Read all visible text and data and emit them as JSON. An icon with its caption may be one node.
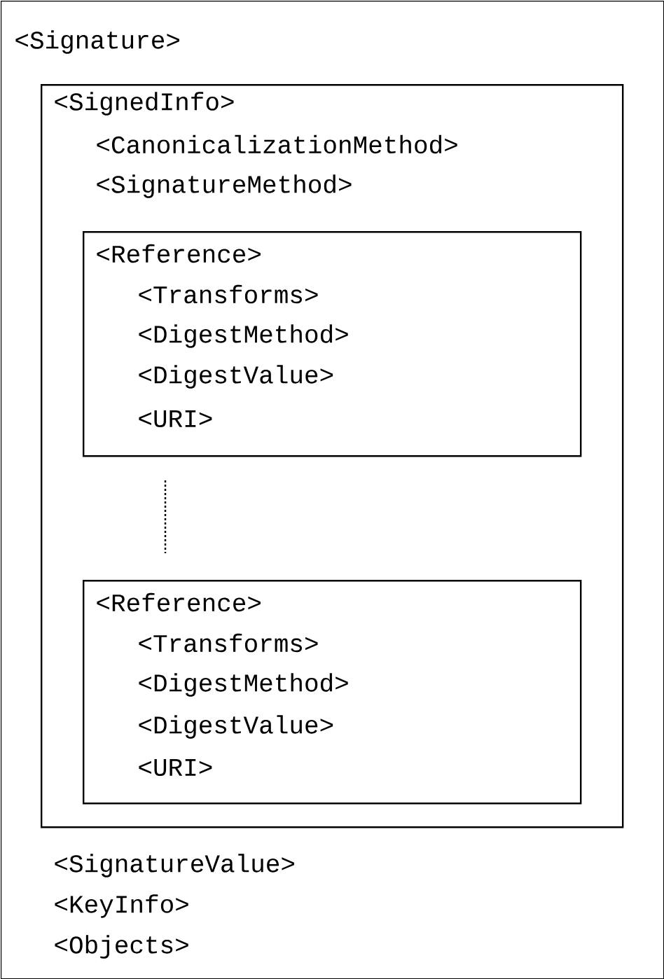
{
  "diagram": {
    "nodes": [
      {
        "text": [
          "<Signature>",
          "<SignatureValue>",
          "<KeyInfo>",
          "<Objects>"
        ]
      },
      {
        "text": [
          "<SignedInfo>",
          "<CanonicalizationMethod>",
          "<SignatureMethod>"
        ],
        "in": 0
      },
      {
        "text": [
          "<Reference>",
          "<Transforms>",
          "<DigestMethod>",
          "<DigestValue>",
          "<URI>"
        ],
        "in": 1
      },
      {
        "text": [
          "<Reference>",
          "<Transforms>",
          "<DigestMethod>",
          "<DigestValue>",
          "<URI>"
        ],
        "in": 1
      }
    ]
  }
}
